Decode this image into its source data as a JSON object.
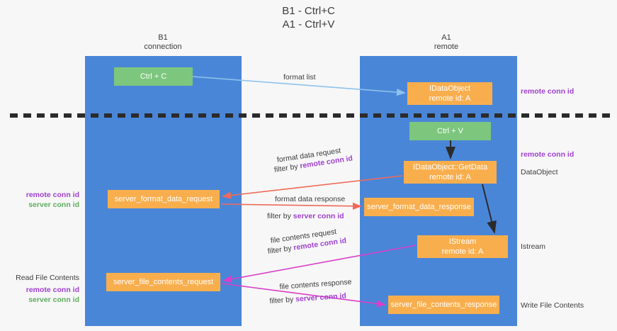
{
  "title": {
    "line1": "B1 - Ctrl+C",
    "line2": "A1 - Ctrl+V"
  },
  "lanes": [
    {
      "id": "b1",
      "name": "B1",
      "subtitle": "connection",
      "color": "#4a86d8"
    },
    {
      "id": "a1",
      "name": "A1",
      "subtitle": "remote",
      "color": "#4a86d8"
    }
  ],
  "nodes": [
    {
      "id": "ctrl-c",
      "label": "Ctrl + C",
      "sublabel": "",
      "color": "#7dc67d",
      "lane": "b1"
    },
    {
      "id": "idataobject",
      "label": "IDataObject",
      "sublabel": "remote id: A",
      "color": "#f9ae4d",
      "lane": "a1"
    },
    {
      "id": "ctrl-v",
      "label": "Ctrl + V",
      "sublabel": "",
      "color": "#7dc67d",
      "lane": "a1"
    },
    {
      "id": "getdata",
      "label": "IDataObject::GetData",
      "sublabel": "remote id: A",
      "color": "#f9ae4d",
      "lane": "a1"
    },
    {
      "id": "sfd-req",
      "label": "server_format_data_request",
      "sublabel": "",
      "color": "#f9ae4d",
      "lane": "b1"
    },
    {
      "id": "sfd-resp",
      "label": "server_format_data_response",
      "sublabel": "",
      "color": "#f9ae4d",
      "lane": "a1"
    },
    {
      "id": "istream",
      "label": "IStream",
      "sublabel": "remote id: A",
      "color": "#f9ae4d",
      "lane": "a1"
    },
    {
      "id": "sfc-req",
      "label": "server_file_contents_request",
      "sublabel": "",
      "color": "#f9ae4d",
      "lane": "b1"
    },
    {
      "id": "sfc-resp",
      "label": "server_file_contents_response",
      "sublabel": "",
      "color": "#f9ae4d",
      "lane": "a1"
    }
  ],
  "edge_labels": {
    "format_list": "format list",
    "format_data_request": "format data request",
    "format_data_request_filter_prefix": "filter by ",
    "format_data_request_filter_key": "remote conn id",
    "format_data_response": "format data response",
    "format_data_response_filter_prefix": "filter by ",
    "format_data_response_filter_key": "server conn id",
    "file_contents_request": "file contents request",
    "file_contents_request_filter_prefix": "filter by ",
    "file_contents_request_filter_key": "remote conn id",
    "file_contents_response": "file contents response",
    "file_contents_response_filter_prefix": "filter by ",
    "file_contents_response_filter_key": "server conn id"
  },
  "annotations": {
    "right": {
      "remote_conn_id_top": "remote conn id",
      "remote_conn_id_mid": "remote conn id",
      "dataobject": "DataObject",
      "istream": "Istream",
      "write_file_contents": "Write File Contents"
    },
    "left": {
      "remote_conn_id_1": "remote conn id",
      "server_conn_id_1": "server conn id",
      "read_file_contents": "Read File Contents",
      "remote_conn_id_2": "remote conn id",
      "server_conn_id_2": "server conn id"
    }
  },
  "colors": {
    "lane": "#4a86d8",
    "node_green": "#7dc67d",
    "node_orange": "#f9ae4d",
    "remote_key": "#a03fd0",
    "server_key": "#5fae5f",
    "arrow_blue": "#8ec3ec",
    "arrow_red": "#ef6a5a",
    "arrow_magenta": "#d93fc8",
    "arrow_black": "#2b2b2b",
    "background": "#f7f7f7"
  }
}
